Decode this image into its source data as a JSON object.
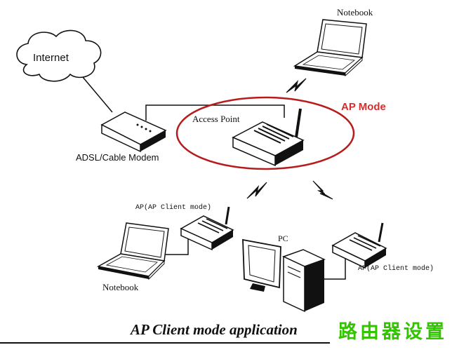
{
  "labels": {
    "internet": "Internet",
    "notebook_top": "Notebook",
    "ap_mode": "AP Mode",
    "access_point": "Access Point",
    "modem": "ADSL/Cable Modem",
    "ap_client_left": "AP(AP Client mode)",
    "pc": "PC",
    "ap_client_right": "AP(AP Client mode)",
    "notebook_bottom": "Notebook"
  },
  "caption": "AP Client mode application",
  "watermark": "路由器设置",
  "colors": {
    "highlight_ellipse": "#b71c1c",
    "ap_mode_text": "#d32f2f",
    "watermark": "#33c400",
    "line_art": "#111111"
  }
}
